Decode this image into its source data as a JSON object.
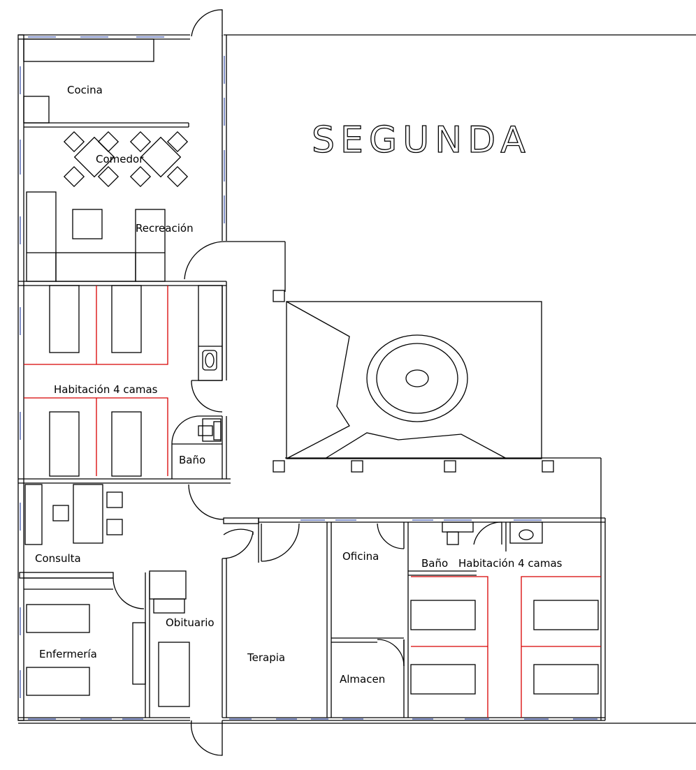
{
  "title": "SEGUNDA",
  "rooms": {
    "cocina": "Cocina",
    "comedor": "Comedor",
    "recreacion": "Recreación",
    "habitacion_left": "Habitación 4 camas",
    "bano_left": "Baño",
    "consulta": "Consulta",
    "enfermeria": "Enfermería",
    "obituario": "Obituario",
    "terapia": "Terapia",
    "oficina": "Oficina",
    "almacen": "Almacen",
    "bano_right": "Baño",
    "habitacion_right": "Habitación 4 camas"
  },
  "colors": {
    "wall": "#000000",
    "bed_divider": "#d80000",
    "window": "#5a6fb8",
    "background": "#ffffff"
  }
}
